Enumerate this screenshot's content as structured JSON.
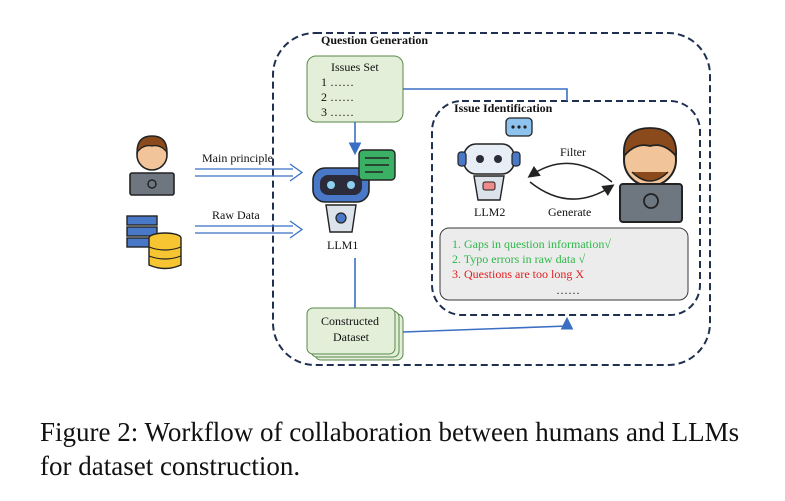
{
  "diagram": {
    "question_generation_title": "Question Generation",
    "issue_identification_title": "Issue Identification",
    "issues_set": {
      "title": "Issues Set",
      "items": [
        "1 ……",
        "2 ……",
        "3 ……"
      ]
    },
    "inputs": {
      "main_principle": "Main principle",
      "raw_data": "Raw Data"
    },
    "llm1_label": "LLM1",
    "llm2_label": "LLM2",
    "filter_label": "Filter",
    "generate_label": "Generate",
    "constructed_dataset": {
      "line1": "Constructed",
      "line2": "Dataset"
    },
    "issue_list": [
      {
        "text": "1.   Gaps in question information√",
        "color": "#2eb84a"
      },
      {
        "text": "2.   Typo errors in raw data √",
        "color": "#2eb84a"
      },
      {
        "text": "3.   Questions are too long X",
        "color": "#e02020"
      },
      {
        "text": "……",
        "color": "#222222"
      }
    ]
  },
  "caption": "Figure 2: Workflow of collaboration between humans and LLMs for dataset construction."
}
